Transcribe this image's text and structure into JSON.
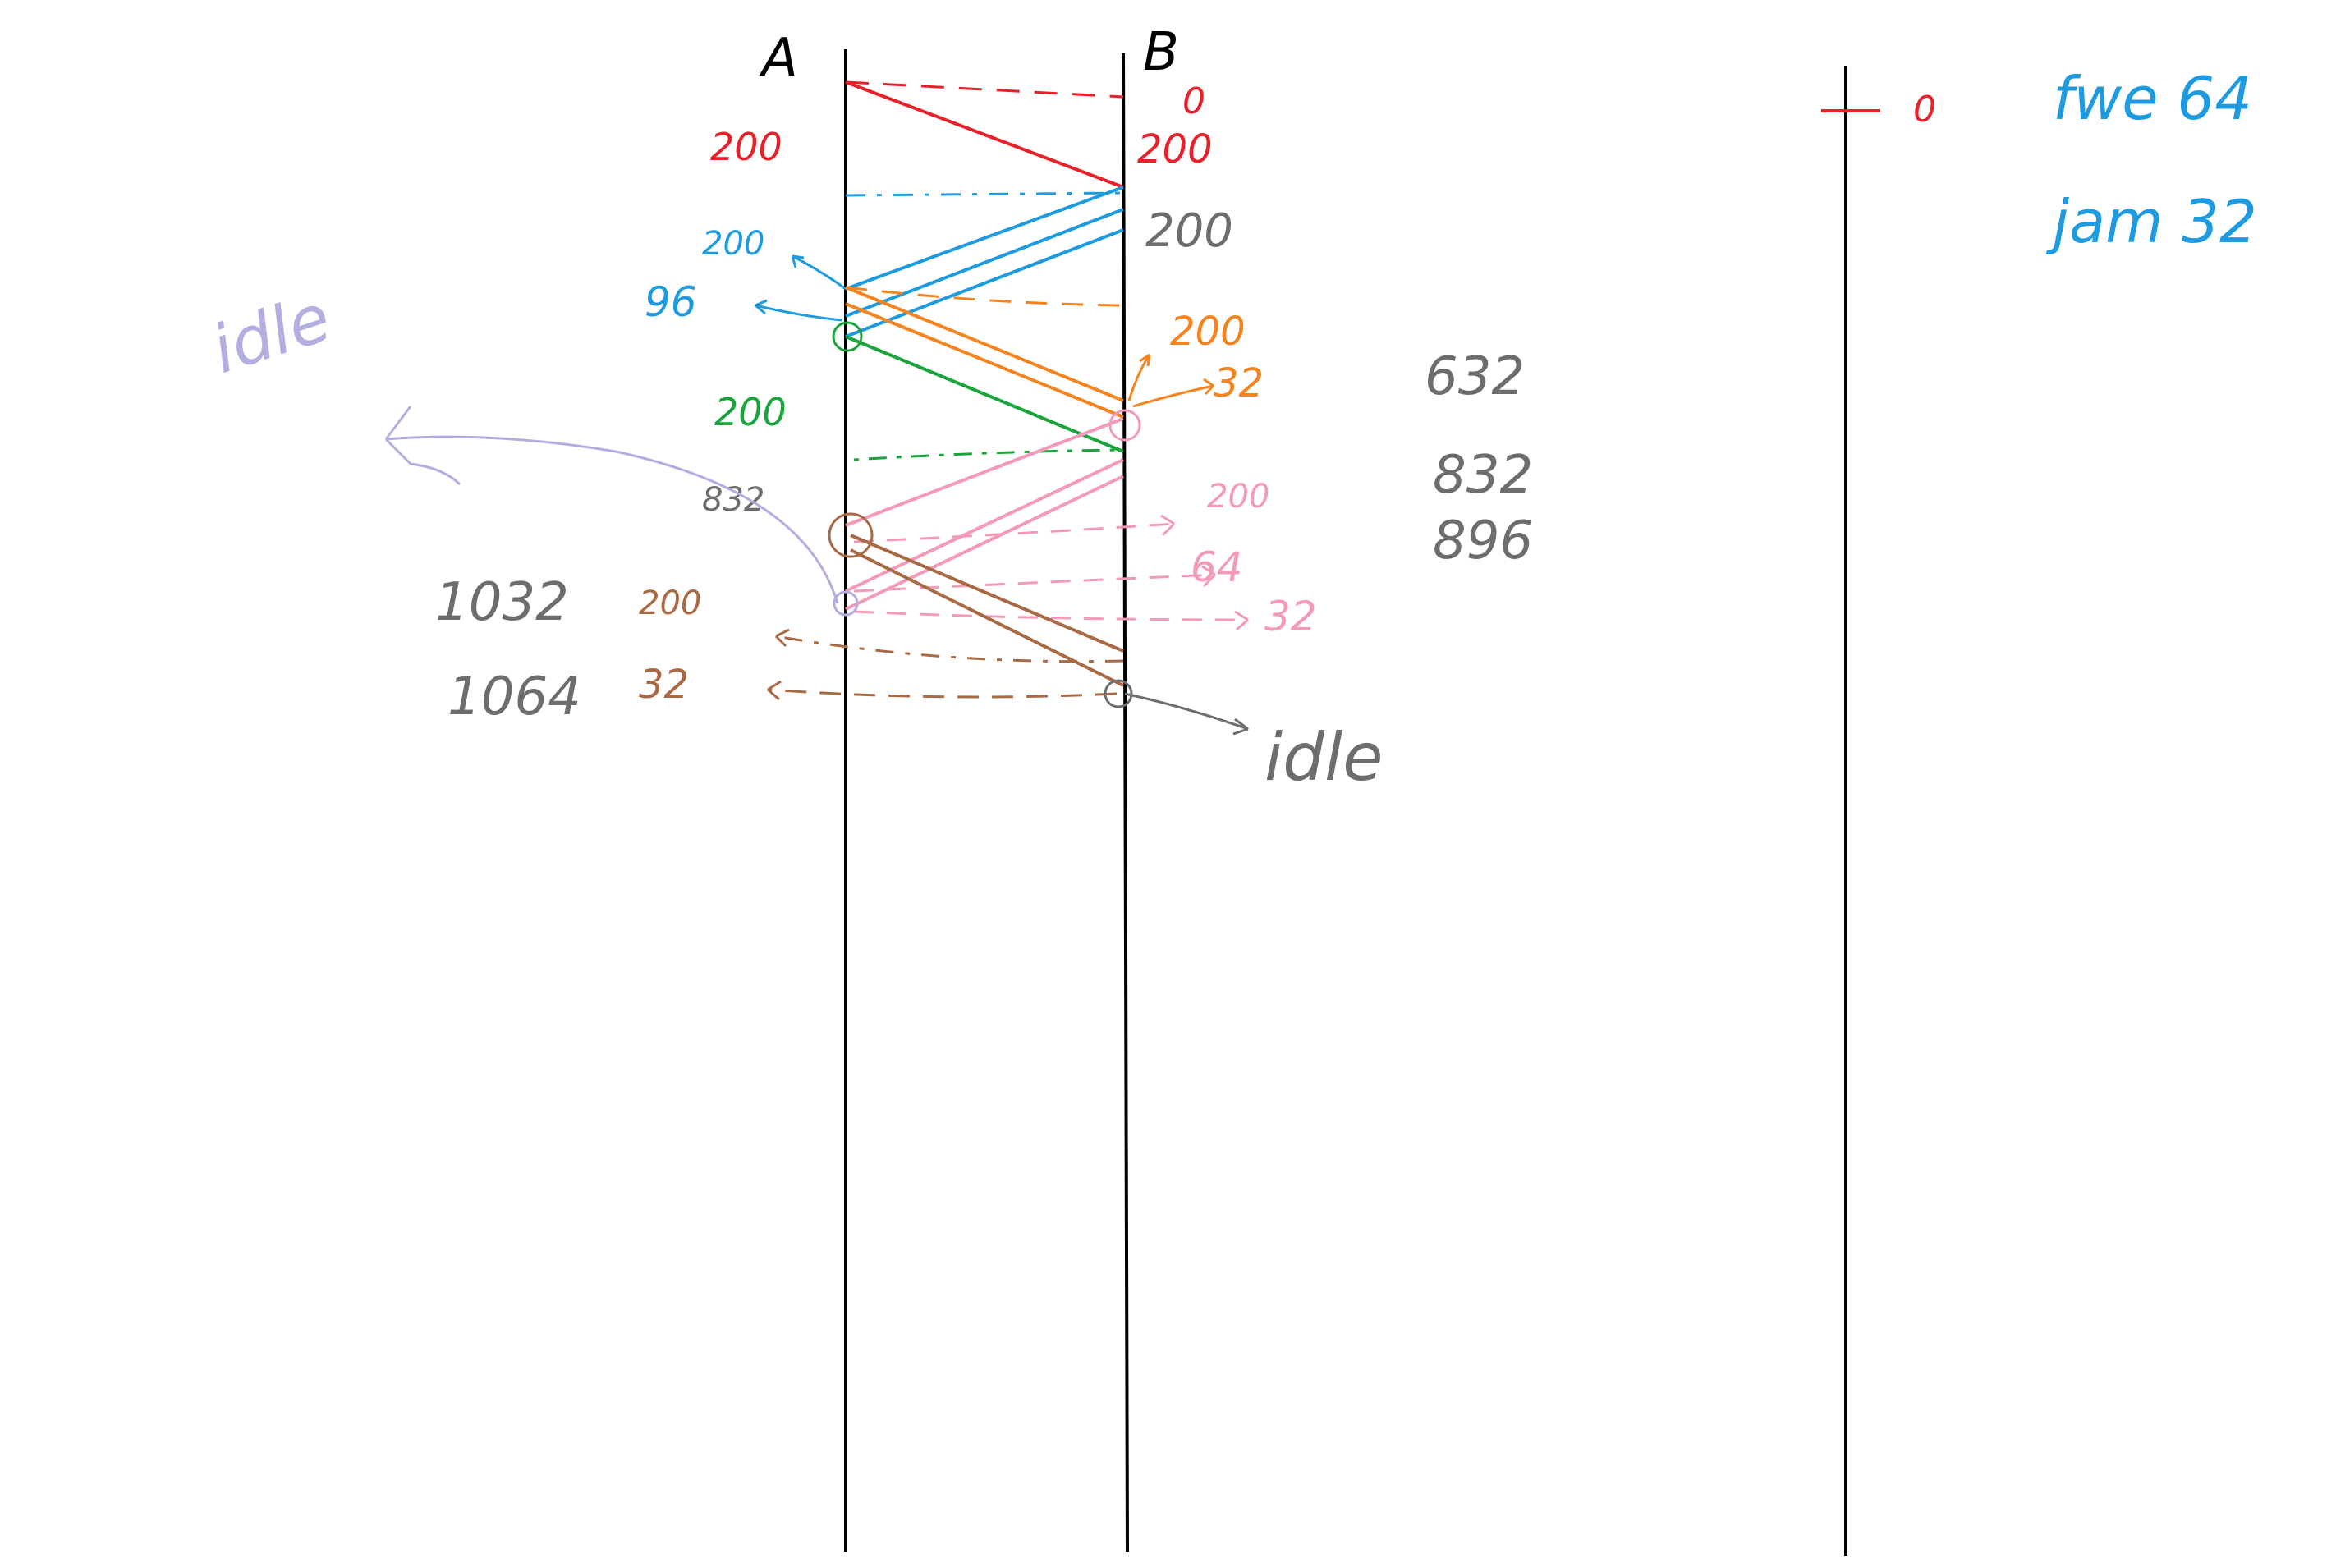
{
  "colors": {
    "black": "#000000",
    "red": "#e8202a",
    "blue": "#1e9be0",
    "orange": "#f5841f",
    "green": "#1aa53c",
    "pink": "#f39ab8",
    "brown": "#a86a45",
    "gray": "#6d6d6d",
    "lavender": "#b3aee0"
  },
  "timelines": {
    "left_label": "A",
    "right_label": "B"
  },
  "labels": {
    "red_200_left": "200",
    "red_0_right": "0",
    "red_200_right": "200",
    "gray_200_right": "200",
    "blue_200_left": "200",
    "blue_96_left": "96",
    "orange_200_right": "200",
    "orange_32_right": "32",
    "green_200_left": "200",
    "gray_832_left": "832",
    "pink_200_right": "200",
    "pink_64_right": "64",
    "pink_32_right": "32",
    "gray_1032_left": "1032",
    "brown_200_left": "200",
    "gray_1064_left": "1064",
    "brown_32_left": "32",
    "idle_right": "idle",
    "idle_left": "idle",
    "gray_632": "632",
    "gray_832": "832",
    "gray_896": "896"
  },
  "legend": {
    "zero_label": "0",
    "line1": "fwe 64",
    "line2": "jam 32"
  }
}
